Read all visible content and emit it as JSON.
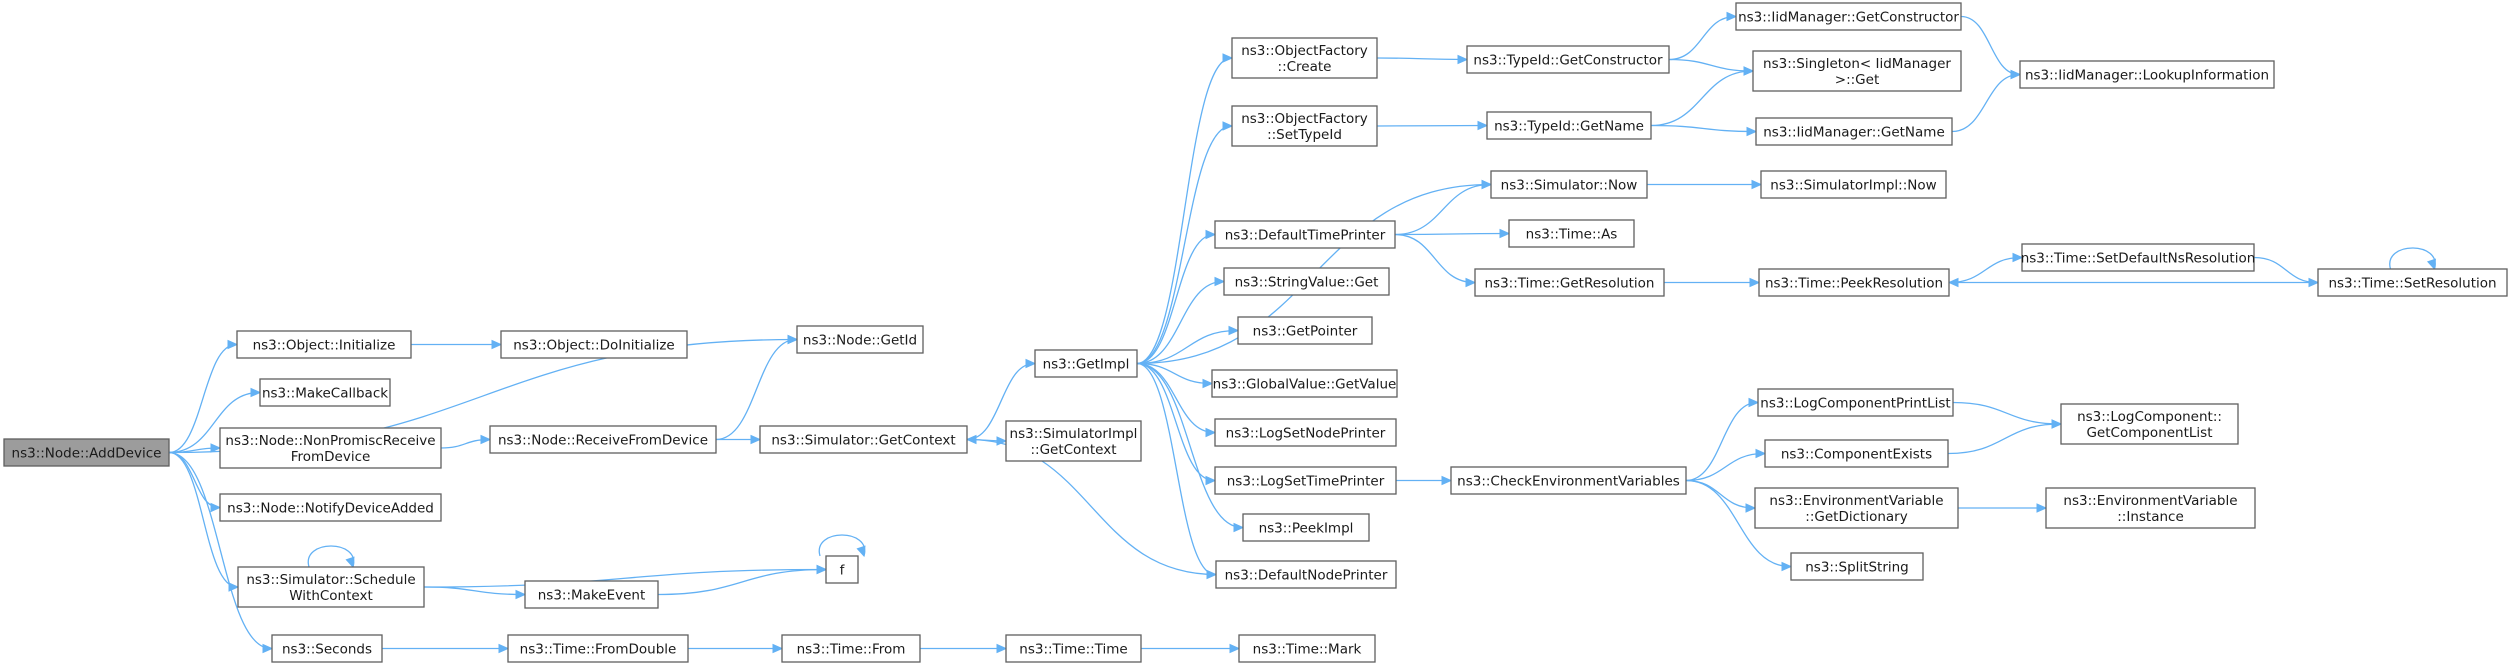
{
  "nodes": [
    {
      "id": "adddevice",
      "label": "ns3::Node::AddDevice",
      "root": true
    },
    {
      "id": "getid",
      "label": "ns3::Node::GetId"
    },
    {
      "id": "objinit",
      "label": "ns3::Object::Initialize"
    },
    {
      "id": "doinit",
      "label": "ns3::Object::DoInitialize"
    },
    {
      "id": "makecallback",
      "label": "ns3::MakeCallback"
    },
    {
      "id": "nonpromisc",
      "label": "ns3::Node::NonPromiscReceive FromDevice",
      "lines": [
        "ns3::Node::NonPromiscReceive",
        "FromDevice"
      ]
    },
    {
      "id": "recvfromdev",
      "label": "ns3::Node::ReceiveFromDevice"
    },
    {
      "id": "notifyadded",
      "label": "ns3::Node::NotifyDeviceAdded"
    },
    {
      "id": "schedctx",
      "label": "ns3::Simulator::Schedule WithContext",
      "lines": [
        "ns3::Simulator::Schedule",
        "WithContext"
      ]
    },
    {
      "id": "f",
      "label": "f"
    },
    {
      "id": "makeevent",
      "label": "ns3::MakeEvent"
    },
    {
      "id": "seconds",
      "label": "ns3::Seconds"
    },
    {
      "id": "fromdouble",
      "label": "ns3::Time::FromDouble"
    },
    {
      "id": "timefrom",
      "label": "ns3::Time::From"
    },
    {
      "id": "timetime",
      "label": "ns3::Time::Time"
    },
    {
      "id": "timemark",
      "label": "ns3::Time::Mark"
    },
    {
      "id": "simgetctx",
      "label": "ns3::Simulator::GetContext"
    },
    {
      "id": "implgetctx",
      "label": "ns3::SimulatorImpl ::GetContext",
      "lines": [
        "ns3::SimulatorImpl",
        "::GetContext"
      ]
    },
    {
      "id": "getimpl",
      "label": "ns3::GetImpl"
    },
    {
      "id": "ofcreate",
      "label": "ns3::ObjectFactory ::Create",
      "lines": [
        "ns3::ObjectFactory",
        "::Create"
      ]
    },
    {
      "id": "ofsettype",
      "label": "ns3::ObjectFactory ::SetTypeId",
      "lines": [
        "ns3::ObjectFactory",
        "::SetTypeId"
      ]
    },
    {
      "id": "deftimeprinter",
      "label": "ns3::DefaultTimePrinter"
    },
    {
      "id": "strvalget",
      "label": "ns3::StringValue::Get"
    },
    {
      "id": "getpointer",
      "label": "ns3::GetPointer"
    },
    {
      "id": "gvgetvalue",
      "label": "ns3::GlobalValue::GetValue"
    },
    {
      "id": "logsetnode",
      "label": "ns3::LogSetNodePrinter"
    },
    {
      "id": "logsettime",
      "label": "ns3::LogSetTimePrinter"
    },
    {
      "id": "peekimpl",
      "label": "ns3::PeekImpl"
    },
    {
      "id": "defnodeprinter",
      "label": "ns3::DefaultNodePrinter"
    },
    {
      "id": "tidgetctor",
      "label": "ns3::TypeId::GetConstructor"
    },
    {
      "id": "tidgetname",
      "label": "ns3::TypeId::GetName"
    },
    {
      "id": "simnow",
      "label": "ns3::Simulator::Now"
    },
    {
      "id": "timeas",
      "label": "ns3::Time::As"
    },
    {
      "id": "timegetres",
      "label": "ns3::Time::GetResolution"
    },
    {
      "id": "checkenv",
      "label": "ns3::CheckEnvironmentVariables"
    },
    {
      "id": "iidgetctor",
      "label": "ns3::IidManager::GetConstructor"
    },
    {
      "id": "singletonget",
      "label": "ns3::Singleton< IidManager >::Get",
      "lines": [
        "ns3::Singleton< IidManager",
        ">::Get"
      ]
    },
    {
      "id": "iidgetname",
      "label": "ns3::IidManager::GetName"
    },
    {
      "id": "implnow",
      "label": "ns3::SimulatorImpl::Now"
    },
    {
      "id": "peekres",
      "label": "ns3::Time::PeekResolution"
    },
    {
      "id": "logcompprint",
      "label": "ns3::LogComponentPrintList"
    },
    {
      "id": "compexists",
      "label": "ns3::ComponentExists"
    },
    {
      "id": "envgetdict",
      "label": "ns3::EnvironmentVariable ::GetDictionary",
      "lines": [
        "ns3::EnvironmentVariable",
        "::GetDictionary"
      ]
    },
    {
      "id": "splitstring",
      "label": "ns3::SplitString"
    },
    {
      "id": "iidlookup",
      "label": "ns3::IidManager::LookupInformation"
    },
    {
      "id": "setdefres",
      "label": "ns3::Time::SetDefaultNsResolution"
    },
    {
      "id": "setres",
      "label": "ns3::Time::SetResolution"
    },
    {
      "id": "getcomplist",
      "label": "ns3::LogComponent:: GetComponentList",
      "lines": [
        "ns3::LogComponent::",
        "GetComponentList"
      ]
    },
    {
      "id": "envinstance",
      "label": "ns3::EnvironmentVariable ::Instance",
      "lines": [
        "ns3::EnvironmentVariable",
        "::Instance"
      ]
    }
  ],
  "edges": [
    [
      "adddevice",
      "getid"
    ],
    [
      "adddevice",
      "objinit"
    ],
    [
      "adddevice",
      "makecallback"
    ],
    [
      "adddevice",
      "nonpromisc"
    ],
    [
      "adddevice",
      "notifyadded"
    ],
    [
      "adddevice",
      "schedctx"
    ],
    [
      "adddevice",
      "seconds"
    ],
    [
      "objinit",
      "doinit"
    ],
    [
      "nonpromisc",
      "recvfromdev"
    ],
    [
      "recvfromdev",
      "getid"
    ],
    [
      "recvfromdev",
      "simgetctx"
    ],
    [
      "schedctx",
      "schedctx"
    ],
    [
      "schedctx",
      "f"
    ],
    [
      "schedctx",
      "makeevent"
    ],
    [
      "makeevent",
      "f"
    ],
    [
      "f",
      "f"
    ],
    [
      "seconds",
      "fromdouble"
    ],
    [
      "fromdouble",
      "timefrom"
    ],
    [
      "timefrom",
      "timetime"
    ],
    [
      "timetime",
      "timemark"
    ],
    [
      "simgetctx",
      "getimpl"
    ],
    [
      "simgetctx",
      "implgetctx"
    ],
    [
      "getimpl",
      "ofcreate"
    ],
    [
      "getimpl",
      "ofsettype"
    ],
    [
      "getimpl",
      "simnow"
    ],
    [
      "getimpl",
      "deftimeprinter"
    ],
    [
      "getimpl",
      "strvalget"
    ],
    [
      "getimpl",
      "getpointer"
    ],
    [
      "getimpl",
      "gvgetvalue"
    ],
    [
      "getimpl",
      "logsetnode"
    ],
    [
      "getimpl",
      "logsettime"
    ],
    [
      "getimpl",
      "peekimpl"
    ],
    [
      "getimpl",
      "defnodeprinter"
    ],
    [
      "defnodeprinter",
      "simgetctx"
    ],
    [
      "ofcreate",
      "tidgetctor"
    ],
    [
      "ofsettype",
      "tidgetname"
    ],
    [
      "tidgetctor",
      "iidgetctor"
    ],
    [
      "tidgetctor",
      "singletonget"
    ],
    [
      "tidgetname",
      "singletonget"
    ],
    [
      "tidgetname",
      "iidgetname"
    ],
    [
      "iidgetctor",
      "iidlookup"
    ],
    [
      "iidgetname",
      "iidlookup"
    ],
    [
      "deftimeprinter",
      "simnow"
    ],
    [
      "deftimeprinter",
      "timeas"
    ],
    [
      "deftimeprinter",
      "timegetres"
    ],
    [
      "simnow",
      "implnow"
    ],
    [
      "timegetres",
      "peekres"
    ],
    [
      "peekres",
      "setdefres"
    ],
    [
      "setdefres",
      "setres"
    ],
    [
      "setres",
      "peekres"
    ],
    [
      "setres",
      "setres"
    ],
    [
      "logsettime",
      "checkenv"
    ],
    [
      "checkenv",
      "logcompprint"
    ],
    [
      "checkenv",
      "compexists"
    ],
    [
      "checkenv",
      "envgetdict"
    ],
    [
      "checkenv",
      "splitstring"
    ],
    [
      "logcompprint",
      "getcomplist"
    ],
    [
      "compexists",
      "getcomplist"
    ],
    [
      "envgetdict",
      "envinstance"
    ]
  ]
}
